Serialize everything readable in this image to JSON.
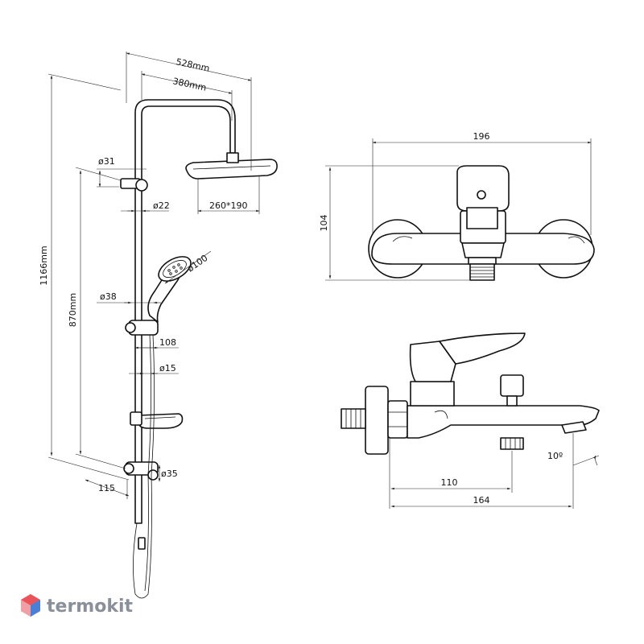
{
  "shower_column": {
    "total_height": "1166mm",
    "holder_height": "870mm",
    "width_outer": "528mm",
    "width_inner": "380mm",
    "top_bracket_diameter": "ø31",
    "tube_diameter": "ø22",
    "head_size": "260*190",
    "hand_shower_diameter": "ø100",
    "mixer_bracket_diameter": "ø38",
    "hand_shower_offset": "108",
    "lower_tube_diameter": "ø15",
    "bottom_bracket_diameter": "ø35",
    "bottom_offset": "115"
  },
  "mixer_front": {
    "width": "196",
    "height": "104"
  },
  "mixer_side": {
    "spout_distance": "110",
    "total_depth": "164",
    "spout_angle": "10º"
  },
  "brand": {
    "name": "termokit",
    "colors": {
      "red": "#e8545a",
      "blue": "#4a7fd6",
      "grey": "#8a9099"
    }
  }
}
